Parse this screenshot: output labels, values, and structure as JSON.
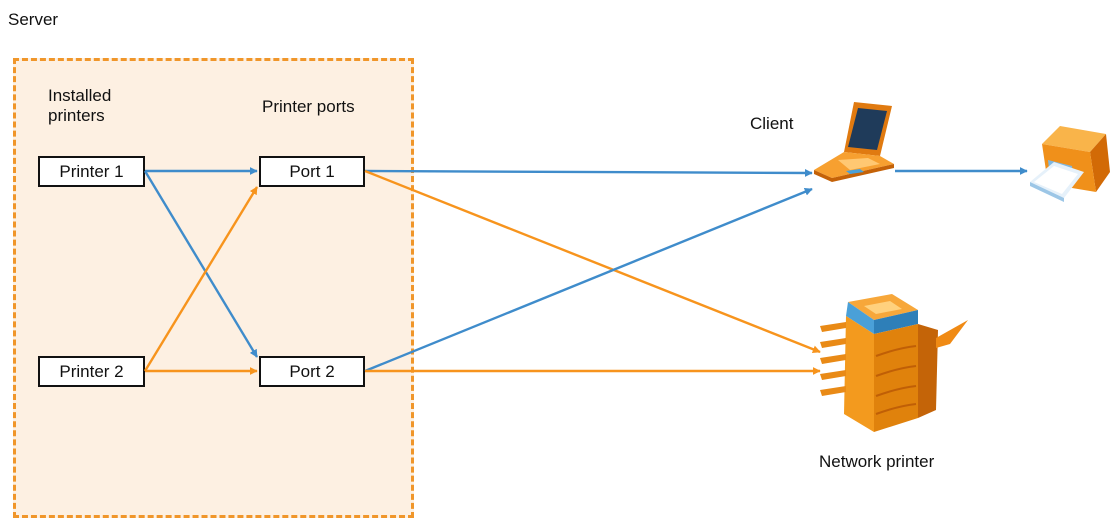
{
  "server": {
    "label": "Server"
  },
  "installed_printers": {
    "label": "Installed printers",
    "items": [
      "Printer 1",
      "Printer 2"
    ]
  },
  "printer_ports": {
    "label": "Printer ports",
    "items": [
      "Port 1",
      "Port 2"
    ]
  },
  "client": {
    "label": "Client"
  },
  "network_printer": {
    "label": "Network printer"
  },
  "colors": {
    "blue": "#3f8ccb",
    "orange": "#f7941d",
    "server_fill": "#fdf0e2",
    "server_border": "#f0962a"
  },
  "connections": [
    {
      "from": "Printer 1",
      "to": "Port 1",
      "color": "blue"
    },
    {
      "from": "Printer 1",
      "to": "Port 2",
      "color": "blue"
    },
    {
      "from": "Printer 2",
      "to": "Port 1",
      "color": "orange"
    },
    {
      "from": "Printer 2",
      "to": "Port 2",
      "color": "orange"
    },
    {
      "from": "Port 1",
      "to": "Client",
      "color": "blue"
    },
    {
      "from": "Port 1",
      "to": "Network printer",
      "color": "orange"
    },
    {
      "from": "Port 2",
      "to": "Client",
      "color": "blue"
    },
    {
      "from": "Port 2",
      "to": "Network printer",
      "color": "orange"
    },
    {
      "from": "Client",
      "to": "Local printer",
      "color": "blue"
    }
  ]
}
